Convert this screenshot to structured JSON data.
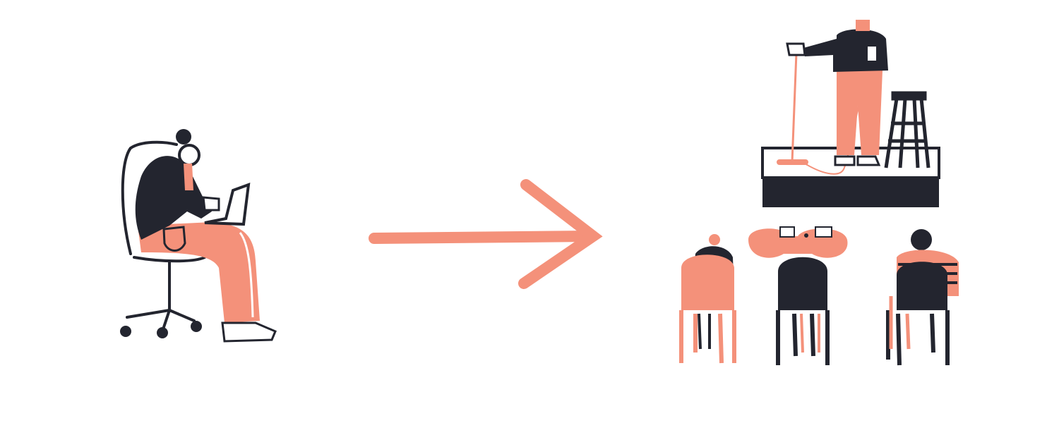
{
  "colors": {
    "background": "#ffffff",
    "salmon": "#F4917A",
    "navy": "#23252F",
    "white": "#ffffff"
  },
  "scenes": {
    "left": "person-working-on-laptop-in-office-chair",
    "middle": "arrow-right",
    "right": "comedian-on-stage-with-audience"
  }
}
